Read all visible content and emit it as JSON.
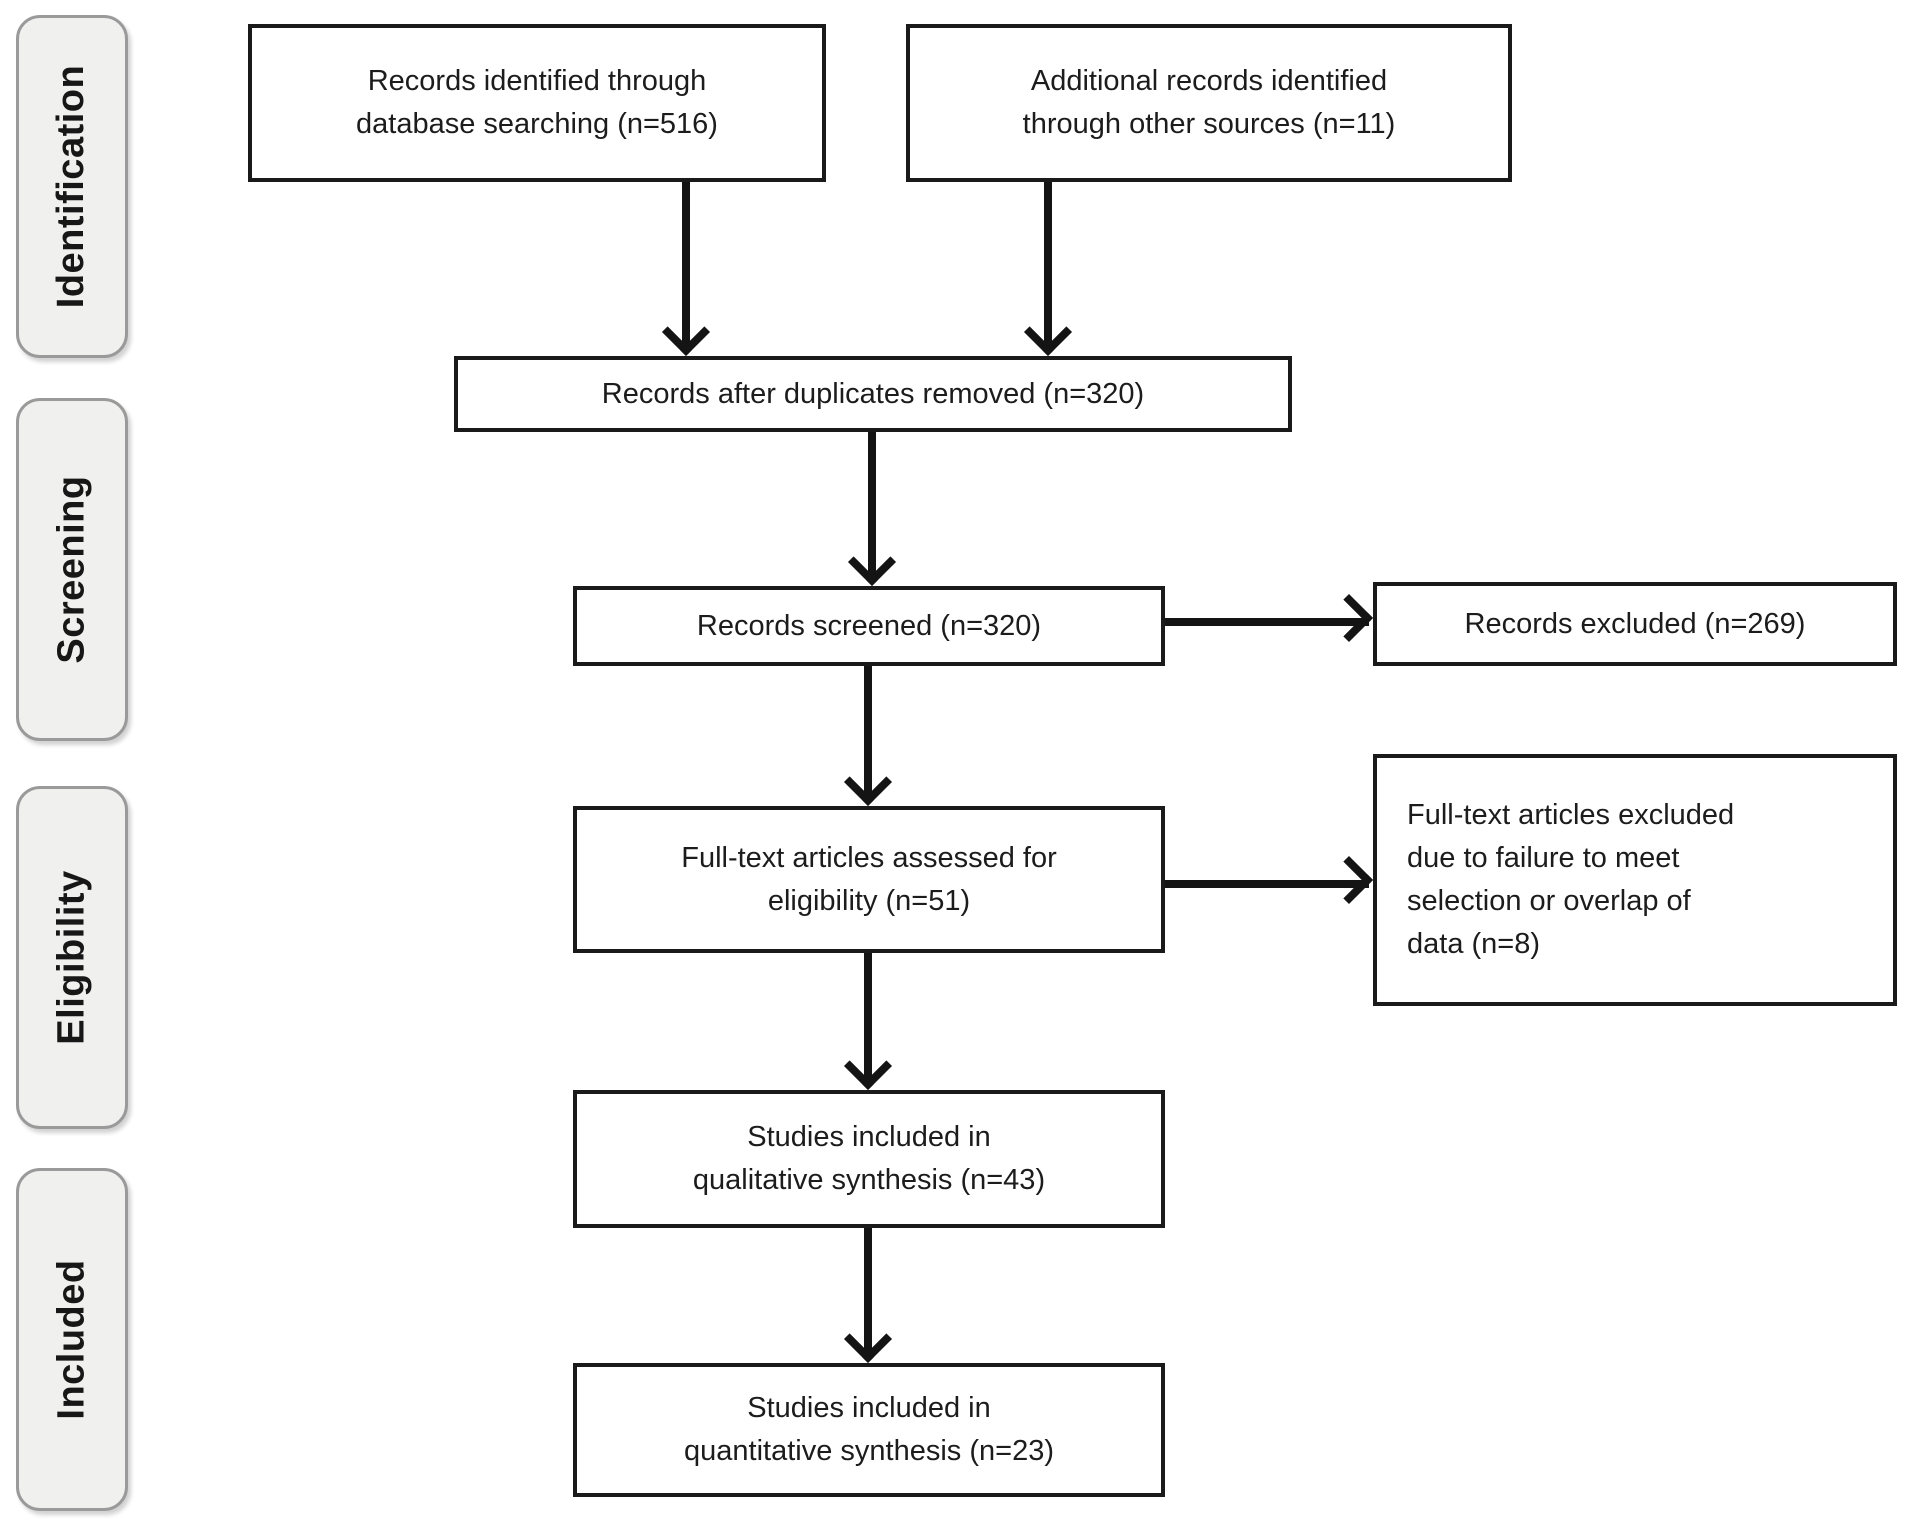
{
  "stages": [
    {
      "label": "Identification"
    },
    {
      "label": "Screening"
    },
    {
      "label": "Eligibility"
    },
    {
      "label": "Included"
    }
  ],
  "flow_boxes": {
    "records_identified": {
      "text": "Records identified through\ndatabase searching (n=516)",
      "n": 516
    },
    "additional_records": {
      "text": "Additional records identified\nthrough other sources (n=11)",
      "n": 11
    },
    "after_duplicates": {
      "text": "Records after duplicates removed (n=320)",
      "n": 320
    },
    "records_screened": {
      "text": "Records screened (n=320)",
      "n": 320
    },
    "records_excluded": {
      "text": "Records excluded (n=269)",
      "n": 269
    },
    "fulltext_assessed": {
      "text": "Full-text articles assessed for\neligibility (n=51)",
      "n": 51
    },
    "fulltext_excluded": {
      "text": "Full-text articles excluded\ndue to failure to meet\nselection or overlap of\ndata (n=8)",
      "n": 8
    },
    "qualitative_synthesis": {
      "text": "Studies included in\nqualitative synthesis (n=43)",
      "n": 43
    },
    "quantitative_synthesis": {
      "text": "Studies included in\nquantitative synthesis (n=23)",
      "n": 23
    }
  },
  "colors": {
    "box_border": "#1a1a1a",
    "box_fill": "#ffffff",
    "stage_fill": "#f0f0ef",
    "stage_border": "#9a9a9a",
    "arrow": "#141414",
    "text": "#1c1c1c"
  }
}
